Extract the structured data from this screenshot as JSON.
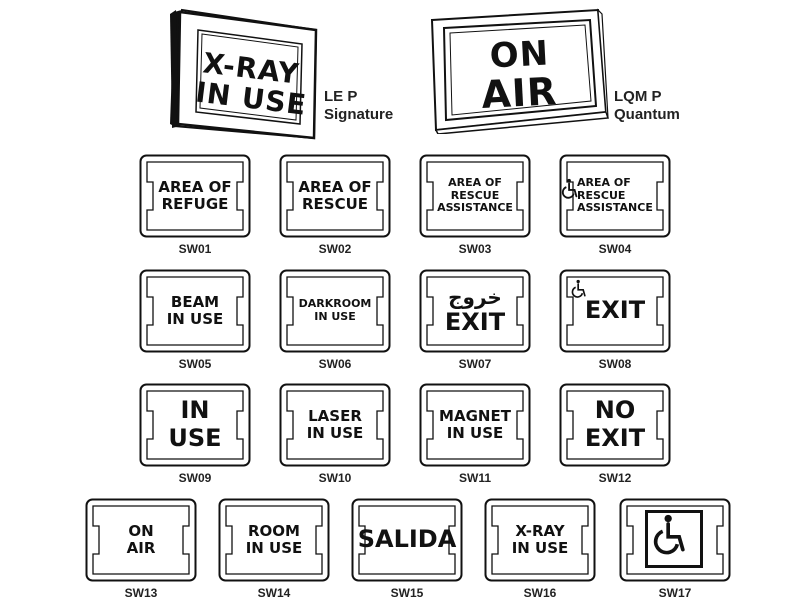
{
  "products": [
    {
      "id": "le-p",
      "sign_lines": [
        "X-RAY",
        "IN USE"
      ],
      "label_lines": [
        "LE P",
        "Signature"
      ]
    },
    {
      "id": "lqm-p",
      "sign_lines": [
        "ON",
        "AIR"
      ],
      "label_lines": [
        "LQM P",
        "Quantum"
      ]
    }
  ],
  "signs": [
    {
      "code": "SW01",
      "lines": [
        "AREA OF",
        "REFUGE"
      ],
      "size": "md"
    },
    {
      "code": "SW02",
      "lines": [
        "AREA OF",
        "RESCUE"
      ],
      "size": "md"
    },
    {
      "code": "SW03",
      "lines": [
        "AREA OF",
        "RESCUE",
        "ASSISTANCE"
      ],
      "size": "sm"
    },
    {
      "code": "SW04",
      "lines": [
        "AREA OF",
        "RESCUE",
        "ASSISTANCE"
      ],
      "size": "sm",
      "icon": "wheelchair-icon"
    },
    {
      "code": "SW05",
      "lines": [
        "BEAM",
        "IN USE"
      ],
      "size": "md"
    },
    {
      "code": "SW06",
      "lines": [
        "DARKROOM",
        "IN USE"
      ],
      "size": "sm"
    },
    {
      "code": "SW07",
      "lines": [
        "خروج",
        "EXIT"
      ],
      "size": "lg"
    },
    {
      "code": "SW08",
      "lines": [
        "EXIT"
      ],
      "size": "lg",
      "icon": "wheelchair-icon"
    },
    {
      "code": "SW09",
      "lines": [
        "IN",
        "USE"
      ],
      "size": "lg"
    },
    {
      "code": "SW10",
      "lines": [
        "LASER",
        "IN USE"
      ],
      "size": "md"
    },
    {
      "code": "SW11",
      "lines": [
        "MAGNET",
        "IN USE"
      ],
      "size": "md"
    },
    {
      "code": "SW12",
      "lines": [
        "NO",
        "EXIT"
      ],
      "size": "lg"
    },
    {
      "code": "SW13",
      "lines": [
        "ON",
        "AIR"
      ],
      "size": "md"
    },
    {
      "code": "SW14",
      "lines": [
        "ROOM",
        "IN USE"
      ],
      "size": "md"
    },
    {
      "code": "SW15",
      "lines": [
        "SALIDA"
      ],
      "size": "lg"
    },
    {
      "code": "SW16",
      "lines": [
        "X-RAY",
        "IN USE"
      ],
      "size": "md"
    },
    {
      "code": "SW17",
      "lines": [],
      "size": "lg",
      "icon": "wheelchair-framed-icon"
    }
  ],
  "colors": {
    "ink": "#111111",
    "background": "#ffffff"
  }
}
